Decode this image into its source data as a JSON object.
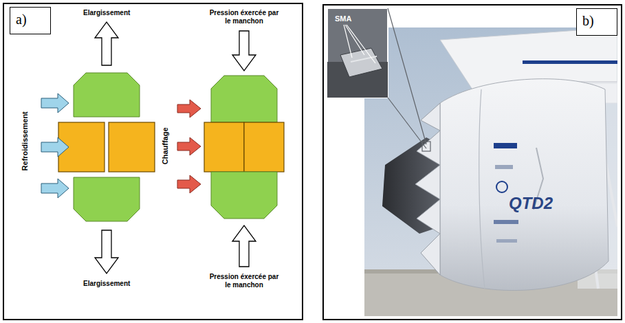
{
  "diagram": {
    "nodes": [
      {
        "text": [
          "a)"
        ]
      },
      {
        "text": [
          "b)"
        ]
      }
    ],
    "labels": [
      "Elargissement",
      "Pression éxercée par le manchon",
      "Refroidissement",
      "Chauffage",
      "Elargissement",
      "Pression éxercée par le manchon",
      "SMA",
      "QTD2"
    ]
  }
}
